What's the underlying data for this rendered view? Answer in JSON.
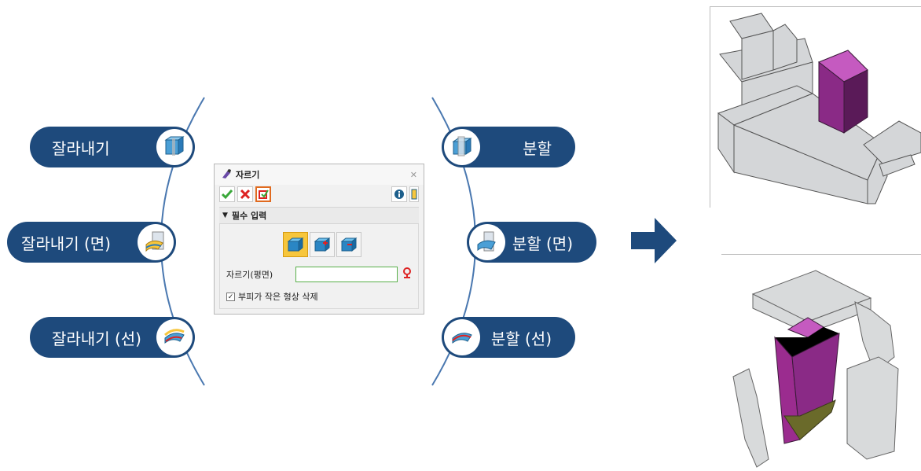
{
  "left_items": [
    {
      "label": "잘라내기",
      "icon": "trim-solid-icon"
    },
    {
      "label": "잘라내기 (면)",
      "icon": "trim-face-icon"
    },
    {
      "label": "잘라내기 (선)",
      "icon": "trim-curve-icon"
    }
  ],
  "right_items": [
    {
      "label": "분할",
      "icon": "split-solid-icon"
    },
    {
      "label": "분할 (면)",
      "icon": "split-face-icon"
    },
    {
      "label": "분할 (선)",
      "icon": "split-curve-icon"
    }
  ],
  "dialog": {
    "title": "자르기",
    "close_glyph": "✕",
    "section": "필수 입력",
    "field_label": "자르기(평면)",
    "field_value": "",
    "checkbox_label": "부피가 작은 형상 삭제",
    "checkbox_checked": true
  },
  "colors": {
    "pill": "#1e4a7c",
    "arc": "#4a78b0",
    "arrow": "#1e4a7c",
    "magenta": "#9b2c8f",
    "olive": "#6a6a2a"
  }
}
